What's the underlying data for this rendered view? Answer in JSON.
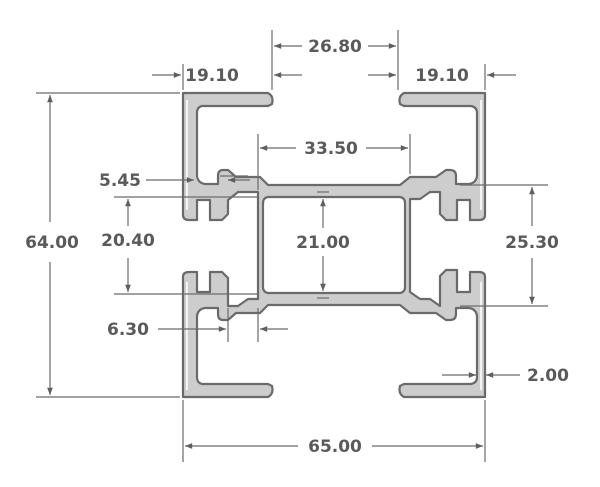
{
  "drawing": {
    "colors": {
      "profile_fill": "#cdcdcd",
      "profile_stroke": "#6a6a6a",
      "dimension_color": "#5a5a5a",
      "background": "#ffffff"
    },
    "dimensions": {
      "top_center_width": "26.80",
      "top_left_flange": "19.10",
      "top_right_flange": "19.10",
      "overall_height": "64.00",
      "inner_span": "33.50",
      "lip_thickness": "5.45",
      "left_slot_height": "20.40",
      "web_height": "21.00",
      "right_slot_height": "25.30",
      "bottom_gap": "6.30",
      "wall_thickness": "2.00",
      "overall_width": "65.00"
    }
  }
}
